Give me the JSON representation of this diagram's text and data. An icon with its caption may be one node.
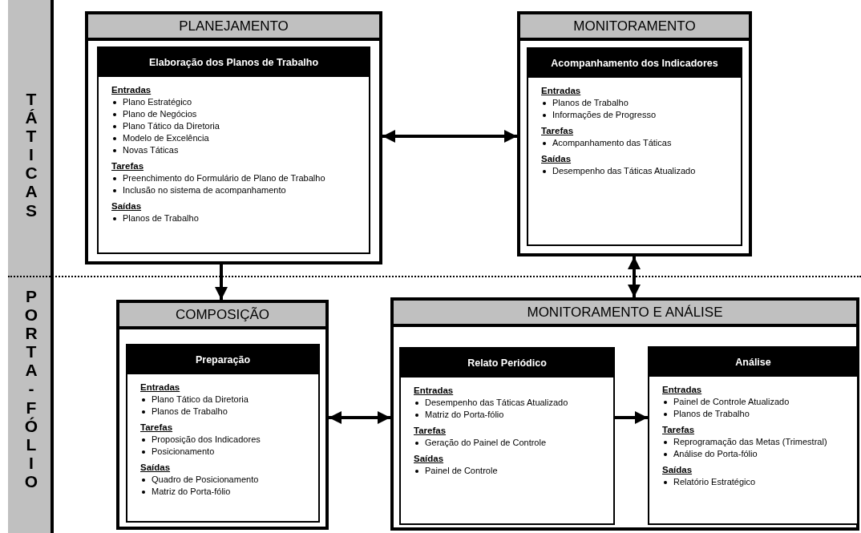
{
  "diagram": {
    "nodes": [
      {
        "text": [
          "PLANEJAMENTO"
        ]
      },
      {
        "text": [
          "Elaboração dos Planos de Trabalho",
          "Entradas",
          "Plano Estratégico",
          "Plano de Negócios",
          "Plano Tático da Diretoria",
          "Modelo de Excelência",
          "Novas Táticas",
          "Tarefas",
          "Preenchimento do Formulário de Plano de Trabalho",
          "Inclusão no sistema de acompanhamento",
          "Saídas",
          "Planos de Trabalho"
        ],
        "in": 0
      },
      {
        "text": [
          "MONITORAMENTO"
        ]
      },
      {
        "text": [
          "Acompanhamento dos Indicadores",
          "Entradas",
          "Planos de Trabalho",
          "Informações de Progresso",
          "Tarefas",
          "Acompanhamento das Táticas",
          "Saídas",
          "Desempenho das Táticas Atualizado"
        ],
        "in": 2
      },
      {
        "text": [
          "COMPOSIÇÃO"
        ]
      },
      {
        "text": [
          "Preparação",
          "Entradas",
          "Plano Tático da Diretoria",
          "Planos de Trabalho",
          "Tarefas",
          "Proposição dos Indicadores",
          "Posicionamento",
          "Saídas",
          "Quadro de Posicionamento",
          "Matriz do Porta-fólio"
        ],
        "in": 4
      },
      {
        "text": [
          "MONITORAMENTO E ANÁLISE"
        ]
      },
      {
        "text": [
          "Relato Periódico",
          "Entradas",
          "Desempenho das Táticas Atualizado",
          "Matriz do Porta-fólio",
          "Tarefas",
          "Geração do Painel de Controle",
          "Saídas",
          "Painel de Controle"
        ],
        "in": 6
      },
      {
        "text": [
          "Análise",
          "Entradas",
          "Painel de Controle Atualizado",
          "Planos de Trabalho",
          "Tarefas",
          "Reprogramação das Metas (Trimestral)",
          "Análise do Porta-fólio",
          "Saídas",
          "Relatório Estratégico"
        ],
        "in": 6
      }
    ],
    "edges": [
      {
        "from": 0,
        "to": 2,
        "arrow": "both"
      },
      {
        "from": 0,
        "to": 4,
        "arrow": "to"
      },
      {
        "from": 2,
        "to": 6,
        "arrow": "both"
      },
      {
        "from": 4,
        "to": 6,
        "arrow": "both"
      },
      {
        "from": 7,
        "to": 8,
        "arrow": "to"
      }
    ],
    "labels": [
      "TÁTICAS",
      "PORTA-FÓLIO"
    ]
  }
}
